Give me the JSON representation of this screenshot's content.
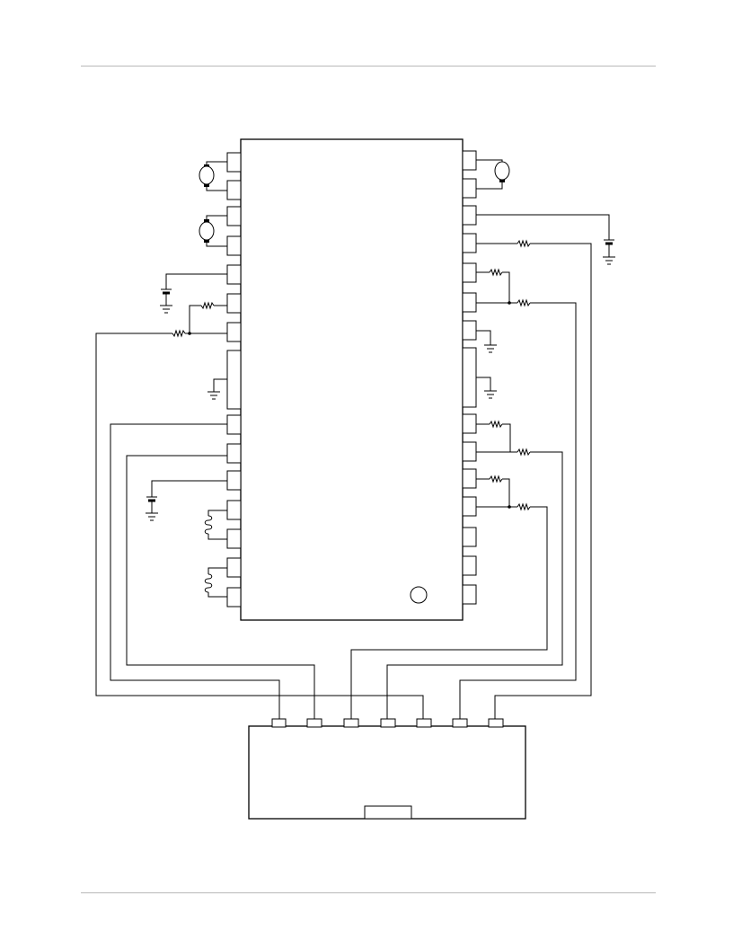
{
  "title": "",
  "page_number": "",
  "components": {
    "ic": {
      "name": "controller-ic"
    },
    "connector": {
      "name": "interface-connector",
      "pins": 7
    },
    "motors": [
      "motor-left-1",
      "motor-left-2",
      "motor-right-1"
    ],
    "coils": [
      "coil-1",
      "coil-2"
    ]
  }
}
